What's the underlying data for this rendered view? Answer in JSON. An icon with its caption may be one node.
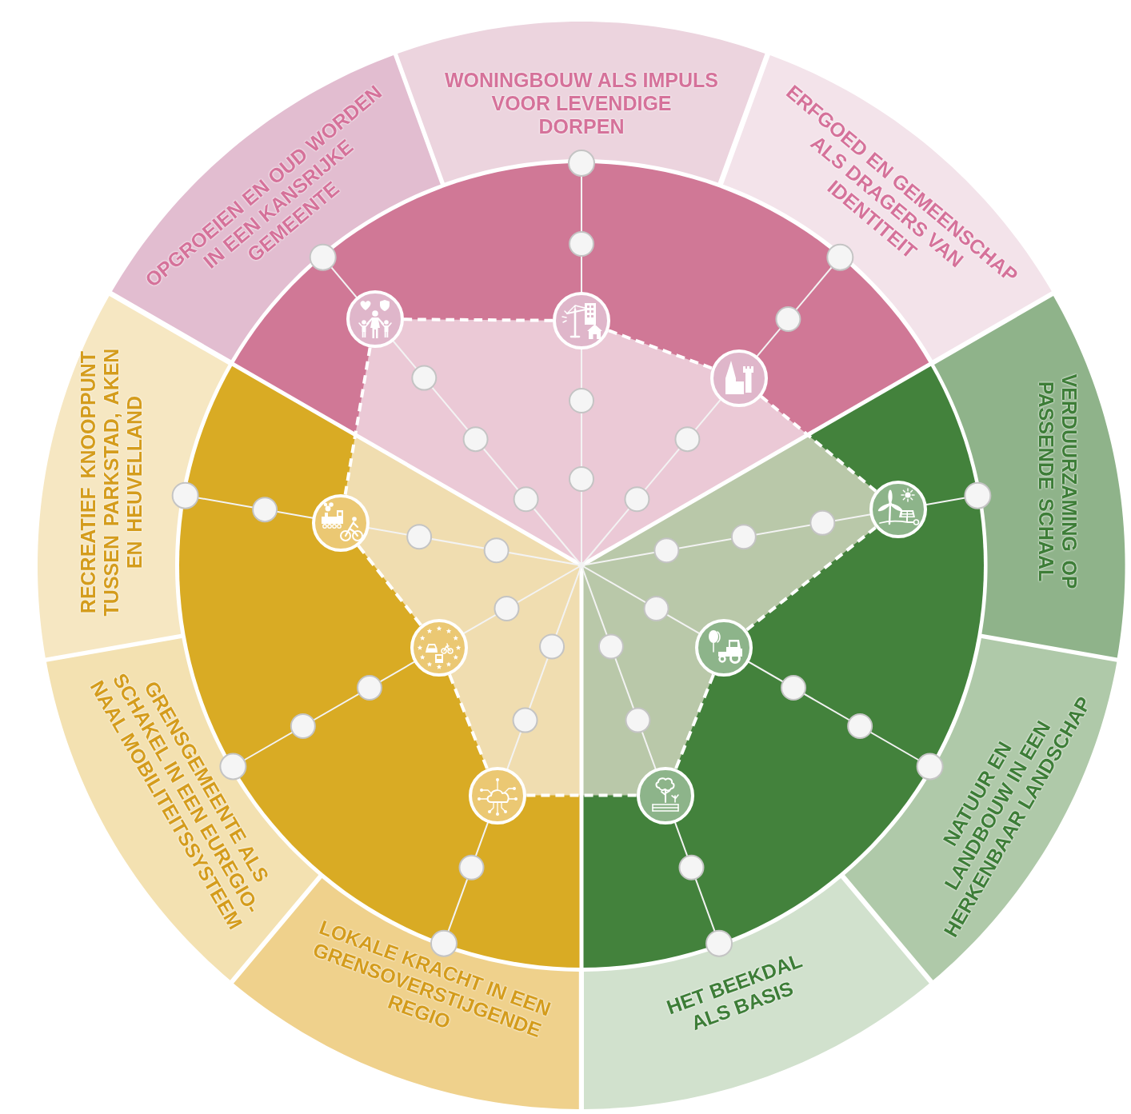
{
  "diagram": {
    "nodes": [
      {
        "text": [
          "OPGROEIEN EN OUD WORDEN IN EEN KANSRIJKE GEMEENTE"
        ]
      },
      {
        "text": [
          "WONINGBOUW ALS IMPULS VOOR LEVENDIGE DORPEN"
        ]
      },
      {
        "text": [
          "ERFGOED EN GEMEENSCHAP ALS DRAGERS VAN IDENTITEIT"
        ]
      },
      {
        "text": [
          "VERDUURZAMING OP PASSENDE SCHAAL"
        ]
      },
      {
        "text": [
          "NATUUR EN LANDBOUW IN EEN HERKENBAAR LANDSCHAP"
        ]
      },
      {
        "text": [
          "HET BEEKDAL ALS BASIS"
        ]
      },
      {
        "text": [
          "LOKALE KRACHT IN EEN GRENSOVERSTIJGENDE REGIO"
        ]
      },
      {
        "text": [
          "GRENSGEMEENTE ALS SCHAKEL IN EEN EUREGIO- NAAL MOBILITEITSSYSTEEM"
        ]
      },
      {
        "text": [
          "RECREATIEF KNOOPPUNT TUSSEN PARKSTAD, AKEN EN HEUVELLAND"
        ]
      },
      {
        "text": [],
        "shape": "circle"
      },
      {
        "text": [],
        "shape": "circle"
      },
      {
        "text": [],
        "shape": "circle"
      },
      {
        "text": [],
        "shape": "circle"
      },
      {
        "text": [],
        "shape": "circle"
      },
      {
        "text": [],
        "shape": "circle"
      },
      {
        "text": [],
        "shape": "circle"
      },
      {
        "text": [],
        "shape": "circle"
      },
      {
        "text": [],
        "shape": "circle"
      }
    ],
    "edges": [
      {
        "from": 9,
        "to": 10,
        "arrow": "none",
        "style": "dashed"
      },
      {
        "from": 10,
        "to": 11,
        "arrow": "none",
        "style": "dashed"
      },
      {
        "from": 11,
        "to": 12,
        "arrow": "none",
        "style": "dashed"
      },
      {
        "from": 12,
        "to": 13,
        "arrow": "none",
        "style": "dashed"
      },
      {
        "from": 13,
        "to": 14,
        "arrow": "none",
        "style": "dashed"
      },
      {
        "from": 14,
        "to": 15,
        "arrow": "none",
        "style": "dashed"
      },
      {
        "from": 15,
        "to": 16,
        "arrow": "none",
        "style": "dashed"
      },
      {
        "from": 16,
        "to": 17,
        "arrow": "none",
        "style": "dashed"
      },
      {
        "from": 17,
        "to": 9,
        "arrow": "none",
        "style": "dashed"
      }
    ]
  }
}
